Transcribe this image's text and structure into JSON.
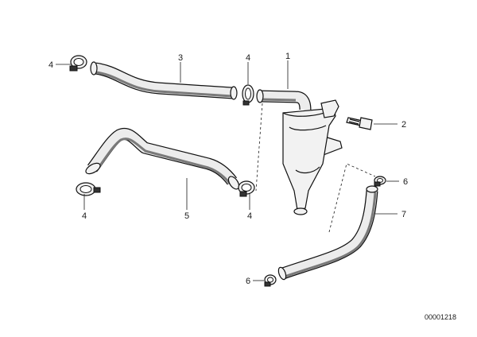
{
  "callouts": {
    "c1": "1",
    "c2": "2",
    "c3": "3",
    "c4a": "4",
    "c4b": "4",
    "c4c": "4",
    "c4d": "4",
    "c5": "5",
    "c6a": "6",
    "c6b": "6",
    "c7": "7"
  },
  "doc_id": "00001218"
}
